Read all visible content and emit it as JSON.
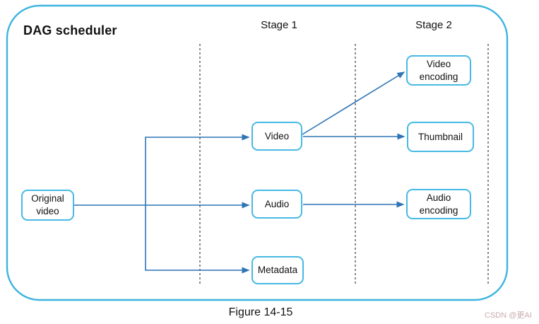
{
  "diagram": {
    "title": "DAG scheduler",
    "stages": [
      {
        "label": "Stage 1"
      },
      {
        "label": "Stage 2"
      }
    ],
    "nodes": [
      {
        "id": "original-video",
        "label": "Original video",
        "stage": 0
      },
      {
        "id": "video",
        "label": "Video",
        "stage": 1
      },
      {
        "id": "audio",
        "label": "Audio",
        "stage": 1
      },
      {
        "id": "metadata",
        "label": "Metadata",
        "stage": 1
      },
      {
        "id": "video-encoding",
        "label": "Video encoding",
        "stage": 2
      },
      {
        "id": "thumbnail",
        "label": "Thumbnail",
        "stage": 2
      },
      {
        "id": "audio-encoding",
        "label": "Audio encoding",
        "stage": 2
      }
    ],
    "edges": [
      {
        "from": "original-video",
        "to": "video"
      },
      {
        "from": "original-video",
        "to": "audio"
      },
      {
        "from": "original-video",
        "to": "metadata"
      },
      {
        "from": "video",
        "to": "video-encoding"
      },
      {
        "from": "video",
        "to": "thumbnail"
      },
      {
        "from": "audio",
        "to": "audio-encoding"
      }
    ]
  },
  "caption": "Figure 14-15",
  "watermark": "CSDN @更AI",
  "colors": {
    "frame-border": "#3db4e0",
    "node-border": "#47b9e4",
    "arrow": "#2e75b6",
    "divider": "#4d4d4d",
    "text": "#111111",
    "watermark": "#c9acae"
  }
}
